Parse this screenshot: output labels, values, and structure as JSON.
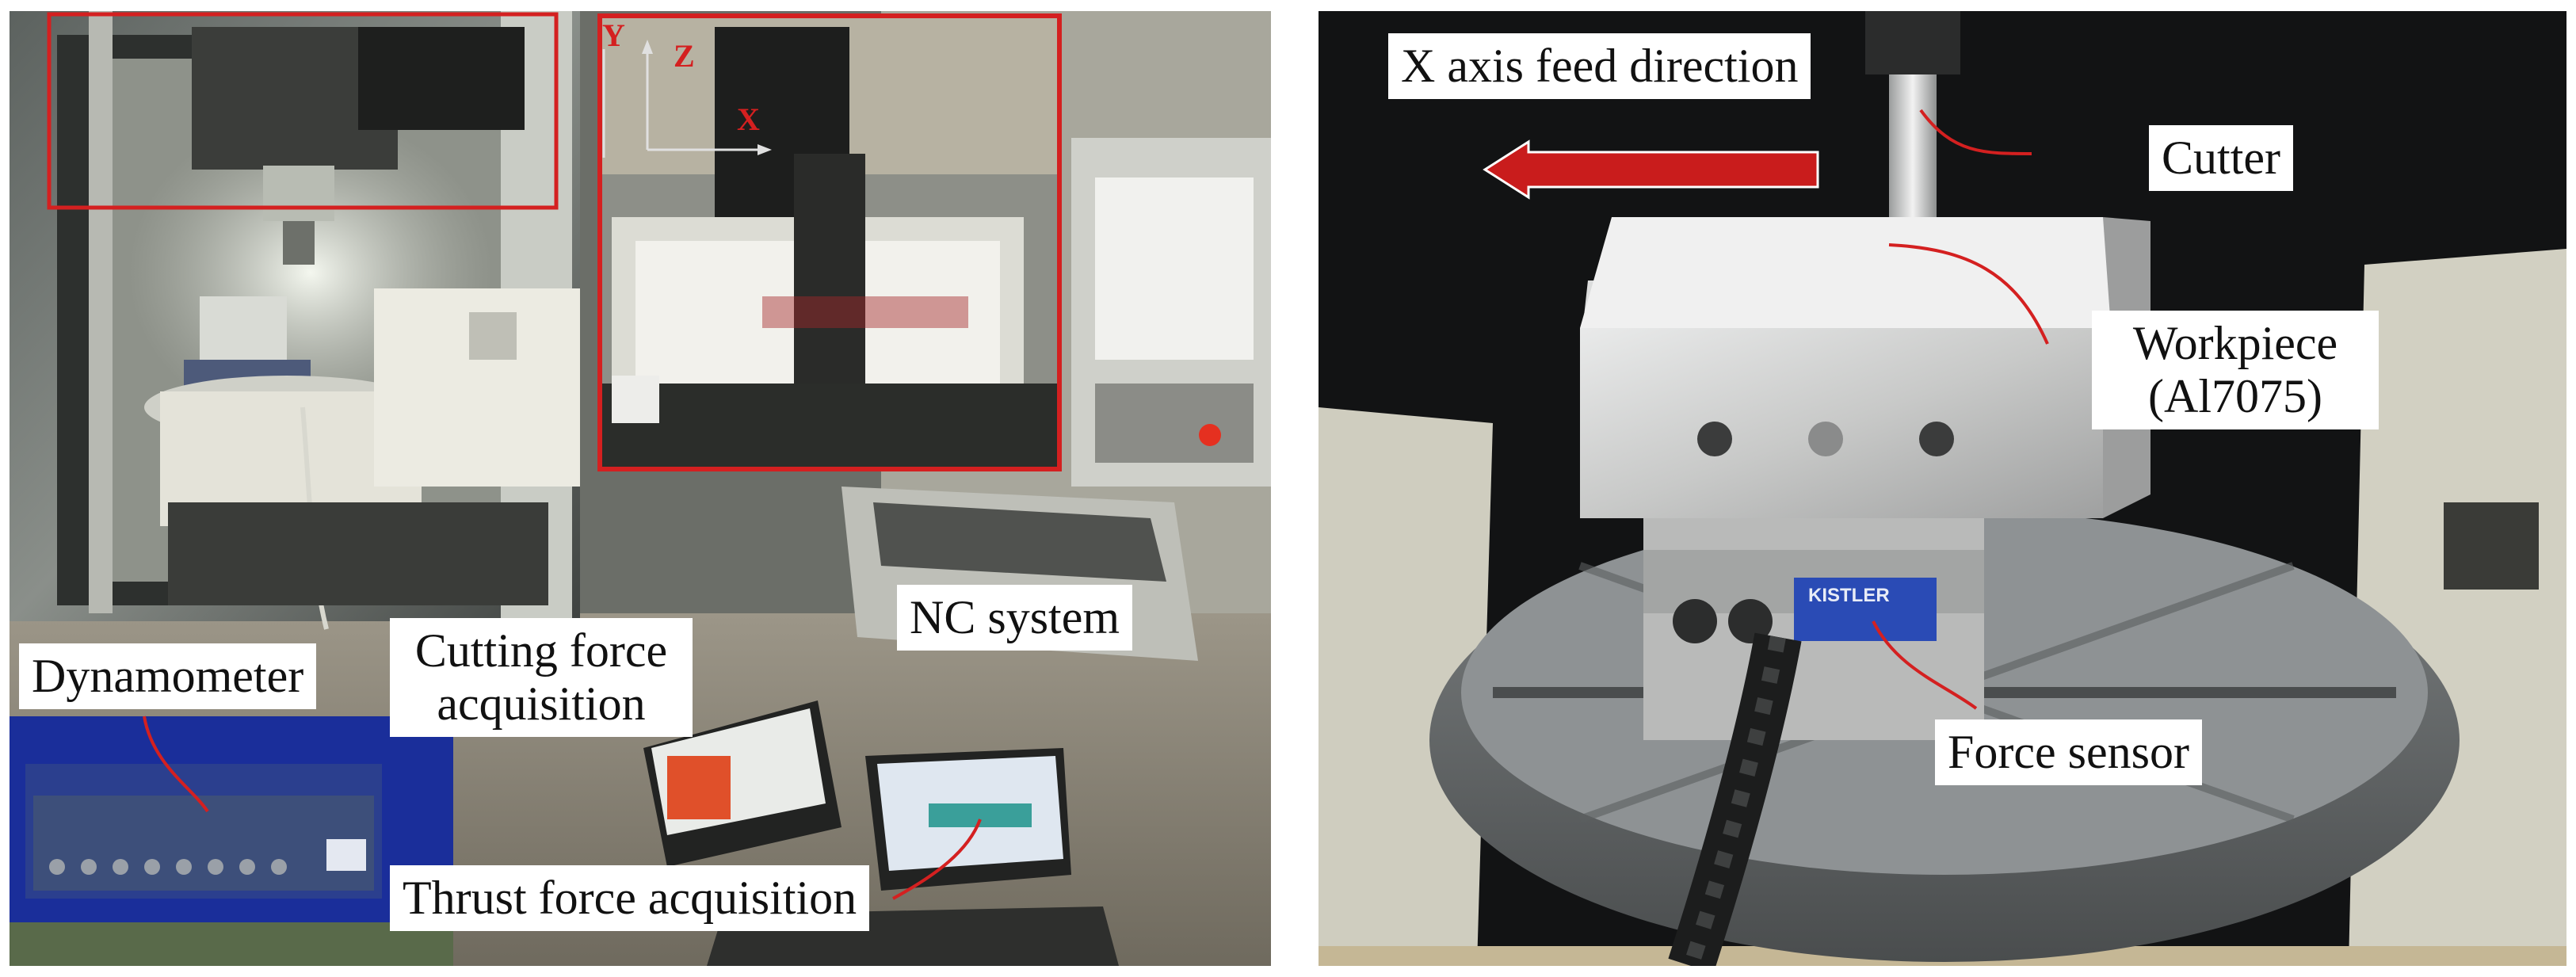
{
  "colors": {
    "annotation_red": "#d42020",
    "label_background": "#ffffff",
    "label_text": "#111111"
  },
  "left_panel": {
    "labels": {
      "dynamometer": "Dynamometer",
      "cutting_force_line1": "Cutting force",
      "cutting_force_line2": "acquisition",
      "nc_system": "NC system",
      "thrust_force": "Thrust force acquisition"
    },
    "axes": {
      "x": "X",
      "y": "Y",
      "z": "Z"
    }
  },
  "right_panel": {
    "labels": {
      "feed_direction": "X axis feed direction",
      "cutter": "Cutter",
      "workpiece_line1": "Workpiece",
      "workpiece_line2": "(Al7075)",
      "force_sensor": "Force sensor"
    },
    "sensor_brand": "KISTLER"
  }
}
